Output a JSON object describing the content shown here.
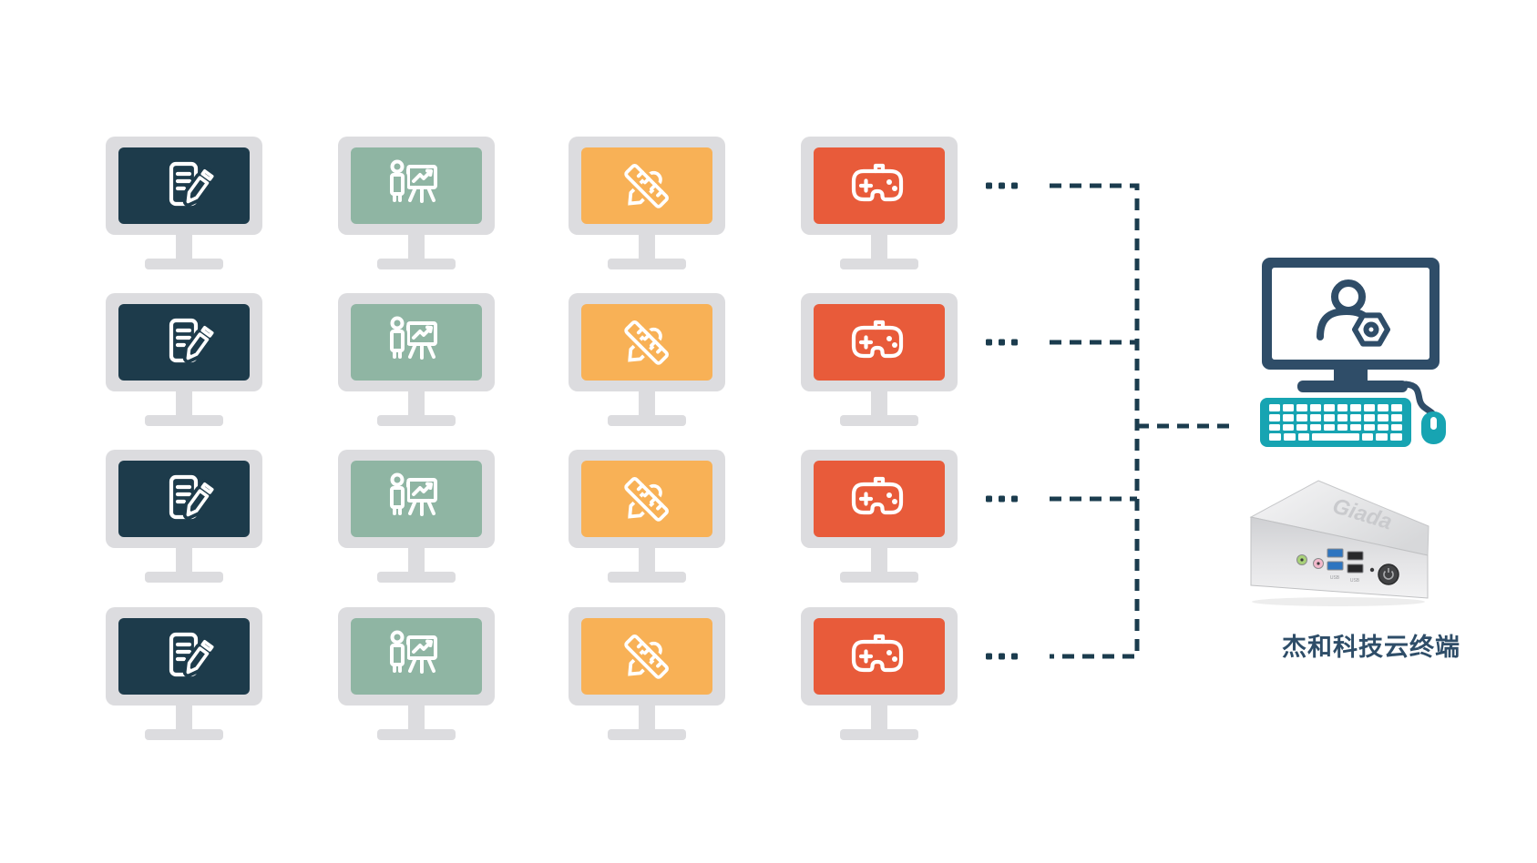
{
  "grid": {
    "rows": 4,
    "ellipsis": "...",
    "frame_color": "#dcdcdf",
    "icon_color": "#ffffff",
    "columns": [
      {
        "name": "office-documents",
        "icon": "document-pencil-icon",
        "screen_color": "#1d3b4b"
      },
      {
        "name": "presentation-training",
        "icon": "presenter-chart-icon",
        "screen_color": "#8fb5a3"
      },
      {
        "name": "design-drafting",
        "icon": "ruler-pencil-icon",
        "screen_color": "#f8b156"
      },
      {
        "name": "gaming-entertainment",
        "icon": "gamepad-icon",
        "screen_color": "#e85b3a"
      }
    ]
  },
  "connectors": {
    "style": "dashed",
    "color": "#1b3c4e"
  },
  "admin_station": {
    "monitor_icon": "user-settings-icon",
    "monitor_color": "#2f4d68",
    "peripheral_color": "#17a4b2"
  },
  "cloud_terminal": {
    "label": "杰和科技云终端",
    "label_color": "#2e4d68",
    "device_logo": "Giada",
    "port_label": "USB"
  }
}
